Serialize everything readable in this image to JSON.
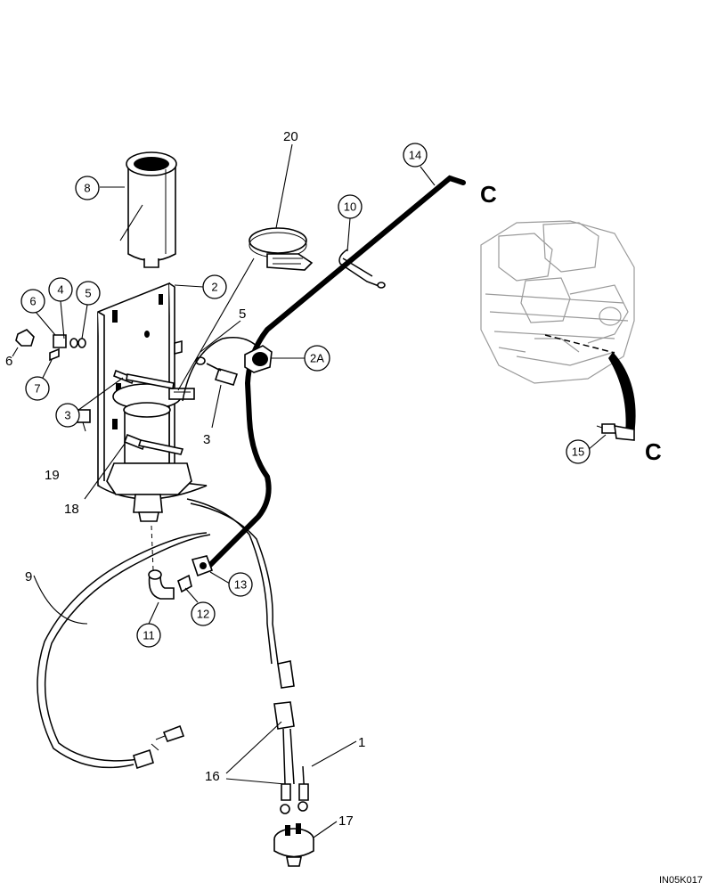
{
  "callouts": {
    "c1": "1",
    "c2": "2",
    "c2a": "2A",
    "c3a": "3",
    "c3b": "3",
    "c4": "4",
    "c5a": "5",
    "c5b": "5",
    "c6a": "6",
    "c6b": "6",
    "c7": "7",
    "c8": "8",
    "c9": "9",
    "c10": "10",
    "c11": "11",
    "c12": "12",
    "c13": "13",
    "c14": "14",
    "c15": "15",
    "c16": "16",
    "c17": "17",
    "c18": "18",
    "c19": "19",
    "c20": "20"
  },
  "connection_labels": {
    "top": "C",
    "bottom": "C"
  },
  "figure_code": "IN05K017",
  "icons": {
    "filter": "fuel-filter-bowl-icon",
    "bracket": "mounting-bracket-icon",
    "engine": "engine-block-icon",
    "switch": "pressure-switch-icon"
  }
}
